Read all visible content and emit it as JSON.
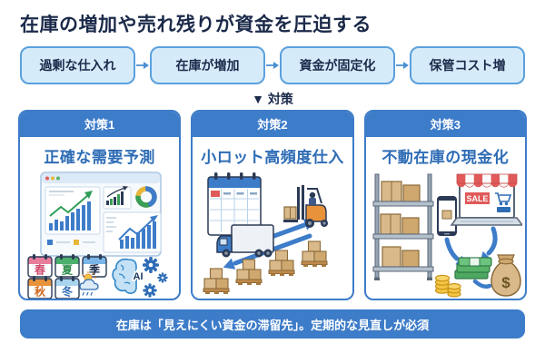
{
  "title": "在庫の増加や売れ残りが資金を圧迫する",
  "flow": {
    "steps": [
      {
        "label": "過剰な仕入れ"
      },
      {
        "label": "在庫が増加"
      },
      {
        "label": "資金が固定化"
      },
      {
        "label": "保管コスト増"
      }
    ]
  },
  "measures_heading": "▼ 対策",
  "cards": [
    {
      "badge": "対策1",
      "title": "正確な需要予測",
      "illustration": "ai-demand-forecast-dashboard",
      "labels": {
        "spring": "春",
        "summer": "夏",
        "season": "季",
        "autumn": "秋",
        "winter": "冬",
        "ai": "AI"
      }
    },
    {
      "badge": "対策2",
      "title": "小ロット高頻度仕入",
      "illustration": "small-lot-frequent-delivery"
    },
    {
      "badge": "対策3",
      "title": "不動在庫の現金化",
      "illustration": "dead-stock-liquidation",
      "labels": {
        "sale": "SALE",
        "dollar": "$"
      }
    }
  ],
  "footer": {
    "text": "在庫は「見えにくい資金の滞留先」。定期的な見直しが必須"
  },
  "colors": {
    "accent_blue": "#3d7cc9",
    "title_navy": "#1b2a4a",
    "card_title_blue": "#2e6cb5",
    "flow_box_fill": "#d6ebfa",
    "flow_box_border": "#5ba0dd",
    "background": "#ffffff"
  }
}
